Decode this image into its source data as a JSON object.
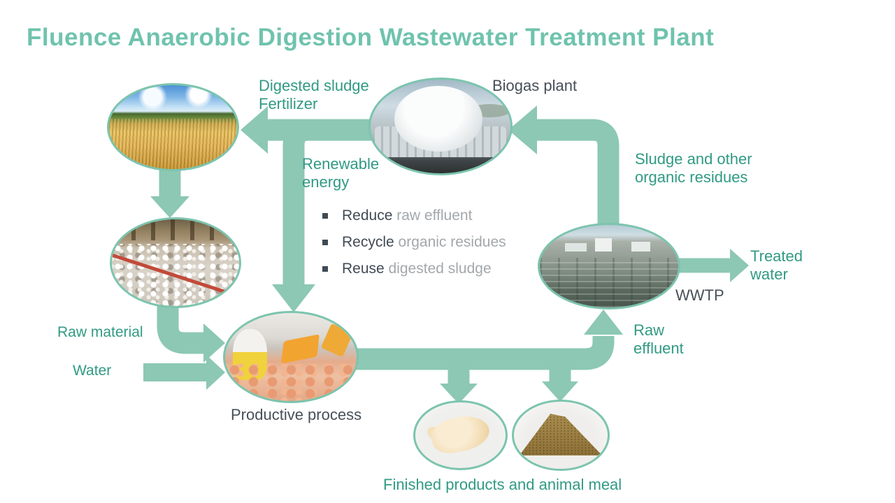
{
  "title": "Fluence Anaerobic Digestion Wastewater Treatment Plant",
  "labels": {
    "digested_sludge": "Digested sludge\nFertilizer",
    "biogas_plant": "Biogas plant",
    "renewable_energy": "Renewable\nenergy",
    "sludge_organic": "Sludge and other\norganic residues",
    "raw_material": "Raw material",
    "water": "Water",
    "productive_process": "Productive process",
    "wwtp": "WWTP",
    "raw_effluent": "Raw\neffluent",
    "treated_water": "Treated\nwater",
    "finished_products": "Finished products and animal meal"
  },
  "bullets": [
    {
      "keyword": "Reduce",
      "rest": " raw effluent"
    },
    {
      "keyword": "Recycle",
      "rest": " organic residues"
    },
    {
      "keyword": "Reuse",
      "rest": " digested sludge"
    }
  ],
  "images": {
    "wheat_field": "wheat field",
    "biogas_plant": "biogas plant dome tank",
    "poultry_farm": "poultry farm interior",
    "productive_process": "poultry processing line",
    "wwtp": "wastewater treatment plant",
    "finished_chicken": "raw whole chicken",
    "animal_meal": "animal meal pile"
  },
  "colors": {
    "arrow": "#8cc8b4",
    "ring": "#7cc4ae",
    "title": "#6fc3ad",
    "teal_text": "#319a84",
    "dark_text": "#474f58",
    "gray_text": "#a3a8ac"
  }
}
